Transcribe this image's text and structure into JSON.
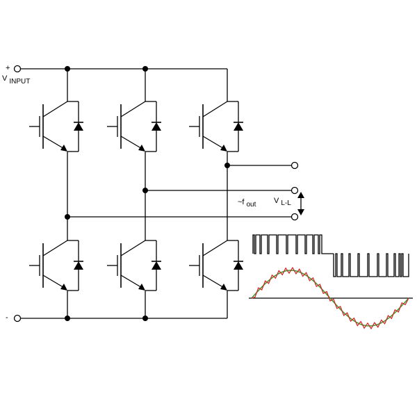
{
  "labels": {
    "plus": "+",
    "minus": "-",
    "v_input_main": "V",
    "v_input_sub": "INPUT",
    "f_out_main": "~f",
    "f_out_sub": "out",
    "v_ll_main": "V",
    "v_ll_sub": "L-L"
  },
  "colors": {
    "wire": "#000000",
    "sine_reference": "#2ca02c",
    "pwm_output": "#d62728"
  },
  "devices": [
    {
      "position": "upper",
      "leg": 1,
      "type": "IGBT with antiparallel diode"
    },
    {
      "position": "upper",
      "leg": 2,
      "type": "IGBT with antiparallel diode"
    },
    {
      "position": "upper",
      "leg": 3,
      "type": "IGBT with antiparallel diode"
    },
    {
      "position": "lower",
      "leg": 1,
      "type": "IGBT with antiparallel diode"
    },
    {
      "position": "lower",
      "leg": 2,
      "type": "IGBT with antiparallel diode"
    },
    {
      "position": "lower",
      "leg": 3,
      "type": "IGBT with antiparallel diode"
    }
  ]
}
